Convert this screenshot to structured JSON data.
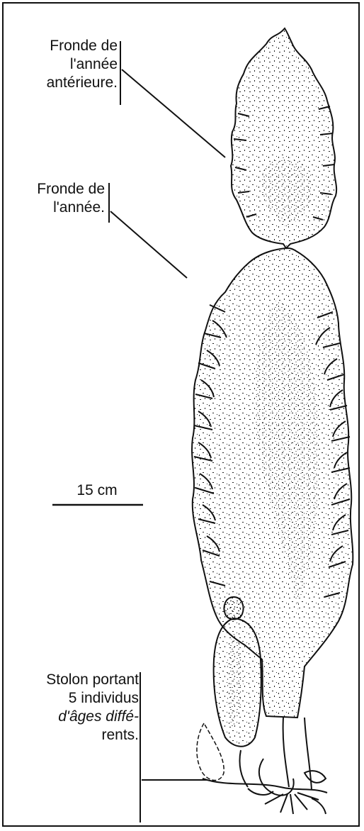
{
  "labels": {
    "previous_year_frond": [
      "Fronde de",
      "l'année",
      "antérieure."
    ],
    "current_year_frond": [
      "Fronde de",
      "l'année."
    ],
    "stolon": [
      "Stolon portant",
      "5 individus",
      "d'âges diffé-",
      "rents."
    ]
  },
  "scale_bar": {
    "label": "15 cm"
  },
  "colors": {
    "ink": "#111111",
    "background": "#ffffff"
  }
}
